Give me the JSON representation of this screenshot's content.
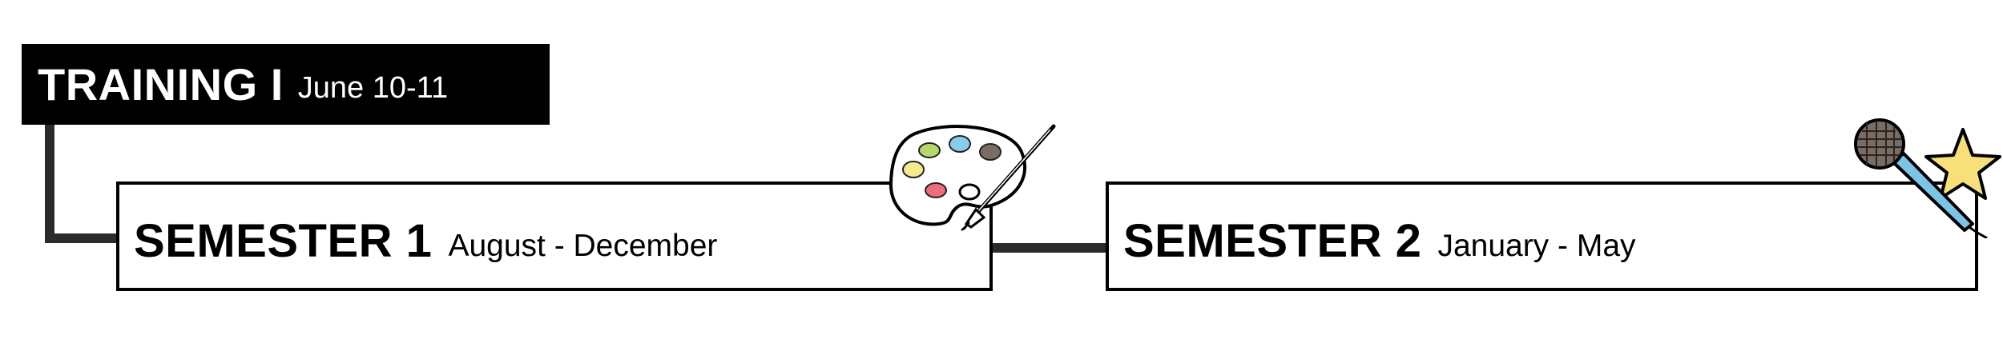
{
  "training": {
    "title": "TRAINING I",
    "dates": "June 10-11"
  },
  "semesters": [
    {
      "title": "SEMESTER 1",
      "dates": "August - December",
      "icon": "paint-palette-icon"
    },
    {
      "title": "SEMESTER 2",
      "dates": "January - May",
      "icon": "microphone-star-icon"
    }
  ],
  "colors": {
    "training_bg": "#000000",
    "training_text": "#ffffff",
    "semester_border": "#000000",
    "connector": "#2b2b2b"
  }
}
